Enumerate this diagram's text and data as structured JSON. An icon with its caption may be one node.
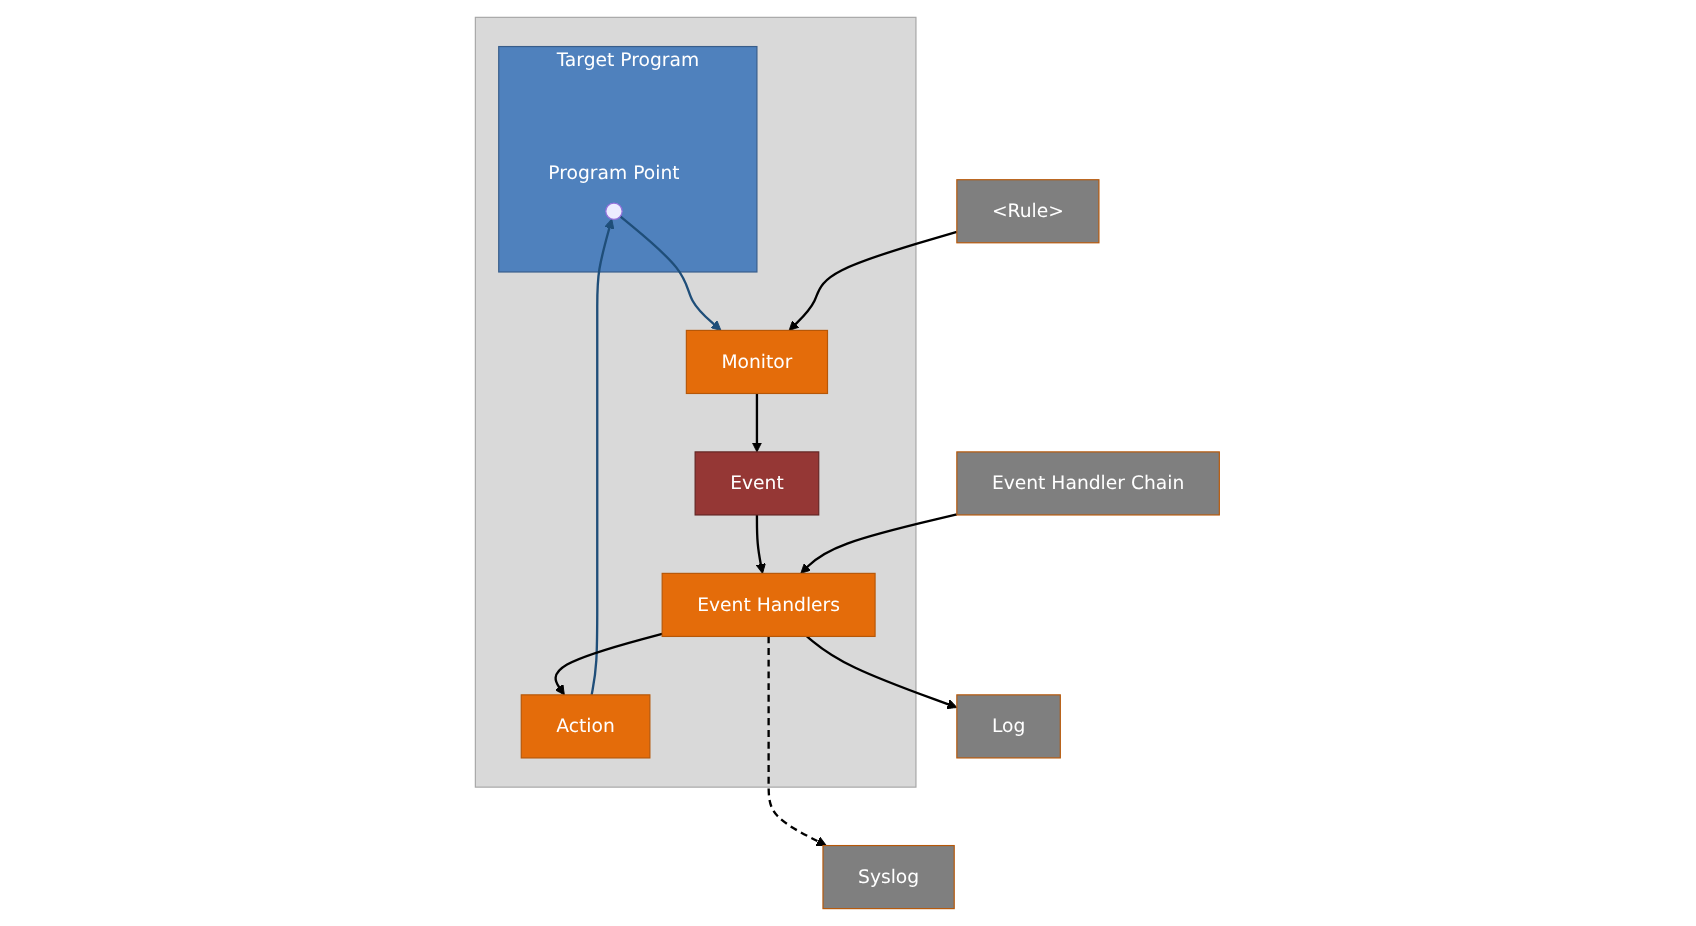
{
  "diagram": {
    "nodes": [
      {
        "text": [],
        "shape": "box"
      },
      {
        "text": [
          "Target Program"
        ],
        "in": 0
      },
      {
        "text": [],
        "shape": "circle",
        "in": 1,
        "beside": [
          "Program Point"
        ]
      },
      {
        "text": [
          "Monitor"
        ],
        "in": 0
      },
      {
        "text": [
          "Event"
        ],
        "in": 0
      },
      {
        "text": [
          "Event Handlers"
        ],
        "in": 0
      },
      {
        "text": [
          "Action"
        ],
        "in": 0
      },
      {
        "text": [
          "<Rule>"
        ]
      },
      {
        "text": [
          "Event Handler Chain"
        ]
      },
      {
        "text": [
          "Log"
        ]
      },
      {
        "text": [
          "Syslog"
        ]
      }
    ],
    "edges": [
      {
        "from": 2,
        "to": 3,
        "arrow": "to",
        "color": "#1f4e79"
      },
      {
        "from": 6,
        "to": 2,
        "arrow": "to",
        "color": "#1f4e79"
      },
      {
        "from": 7,
        "to": 3,
        "arrow": "to"
      },
      {
        "from": 3,
        "to": 4,
        "arrow": "to"
      },
      {
        "from": 4,
        "to": 5,
        "arrow": "to"
      },
      {
        "from": 8,
        "to": 5,
        "arrow": "to"
      },
      {
        "from": 5,
        "to": 6,
        "arrow": "to"
      },
      {
        "from": 5,
        "to": 9,
        "arrow": "to"
      },
      {
        "from": 5,
        "to": 10,
        "arrow": "to",
        "style": "dashed"
      }
    ]
  }
}
